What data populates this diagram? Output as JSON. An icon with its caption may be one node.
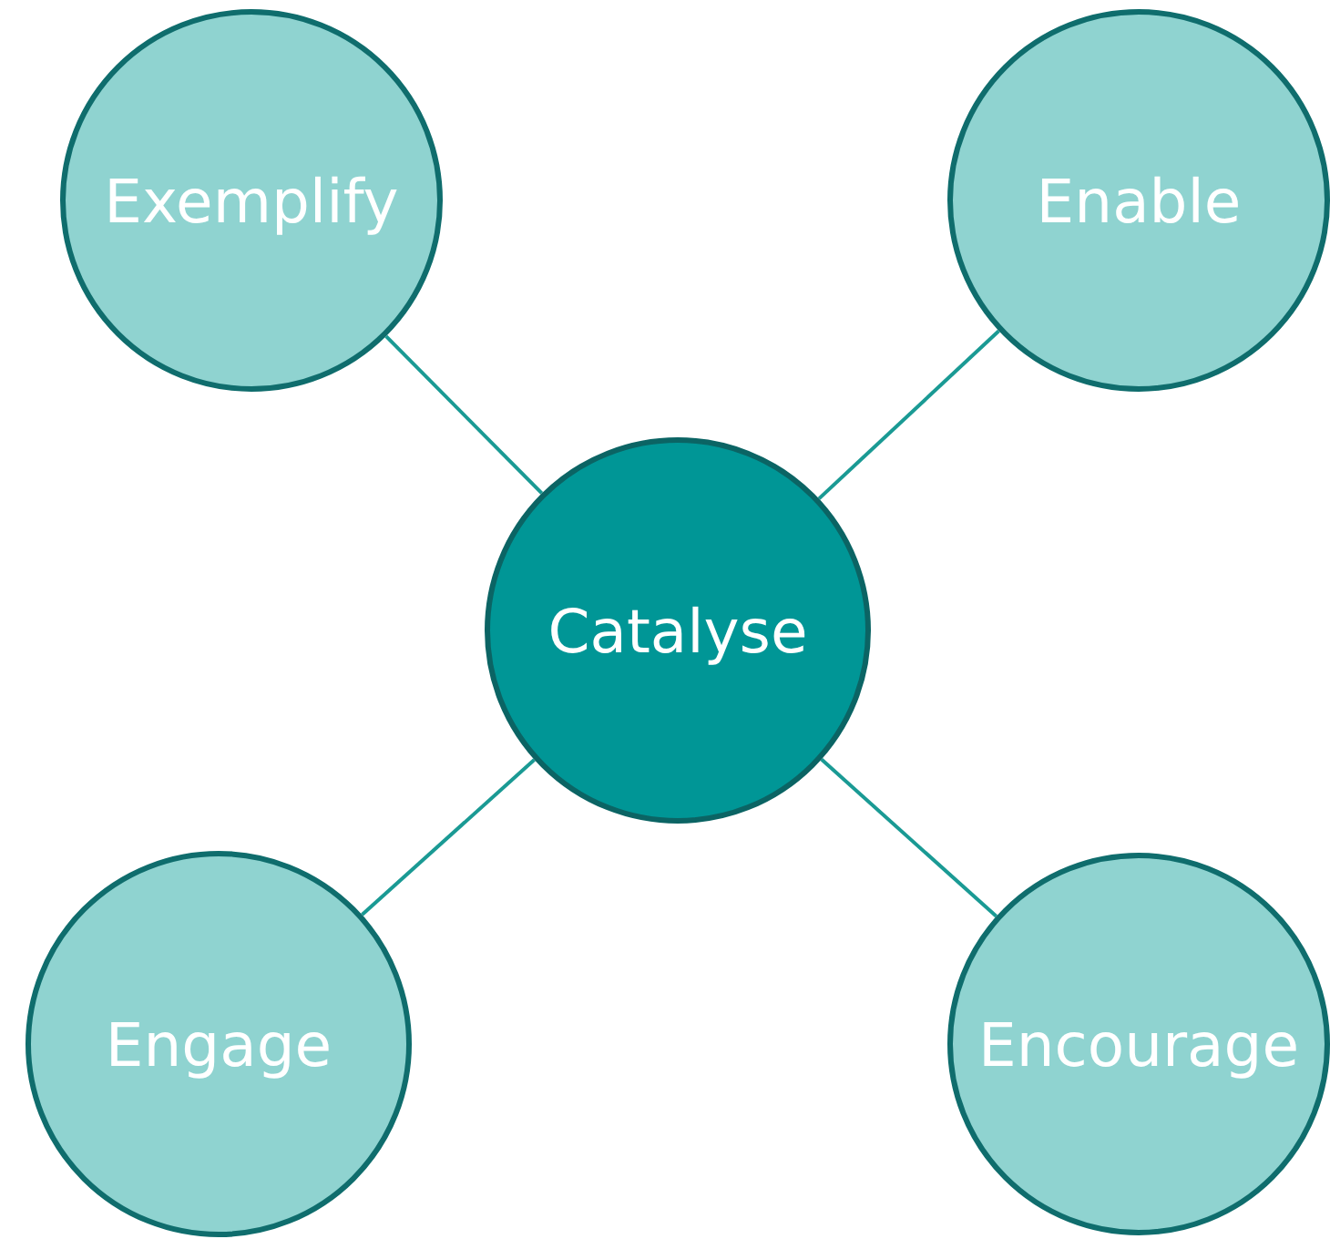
{
  "diagram": {
    "nodes": [
      {
        "text": [
          "Exemplify"
        ]
      },
      {
        "text": [
          "Enable"
        ]
      },
      {
        "text": [
          "Catalyse"
        ]
      },
      {
        "text": [
          "Engage"
        ]
      },
      {
        "text": [
          "Encourage"
        ]
      }
    ],
    "edges": [
      {
        "from": 2,
        "to": 0,
        "arrow": "none"
      },
      {
        "from": 2,
        "to": 1,
        "arrow": "none"
      },
      {
        "from": 2,
        "to": 3,
        "arrow": "none"
      },
      {
        "from": 2,
        "to": 4,
        "arrow": "none"
      }
    ]
  }
}
